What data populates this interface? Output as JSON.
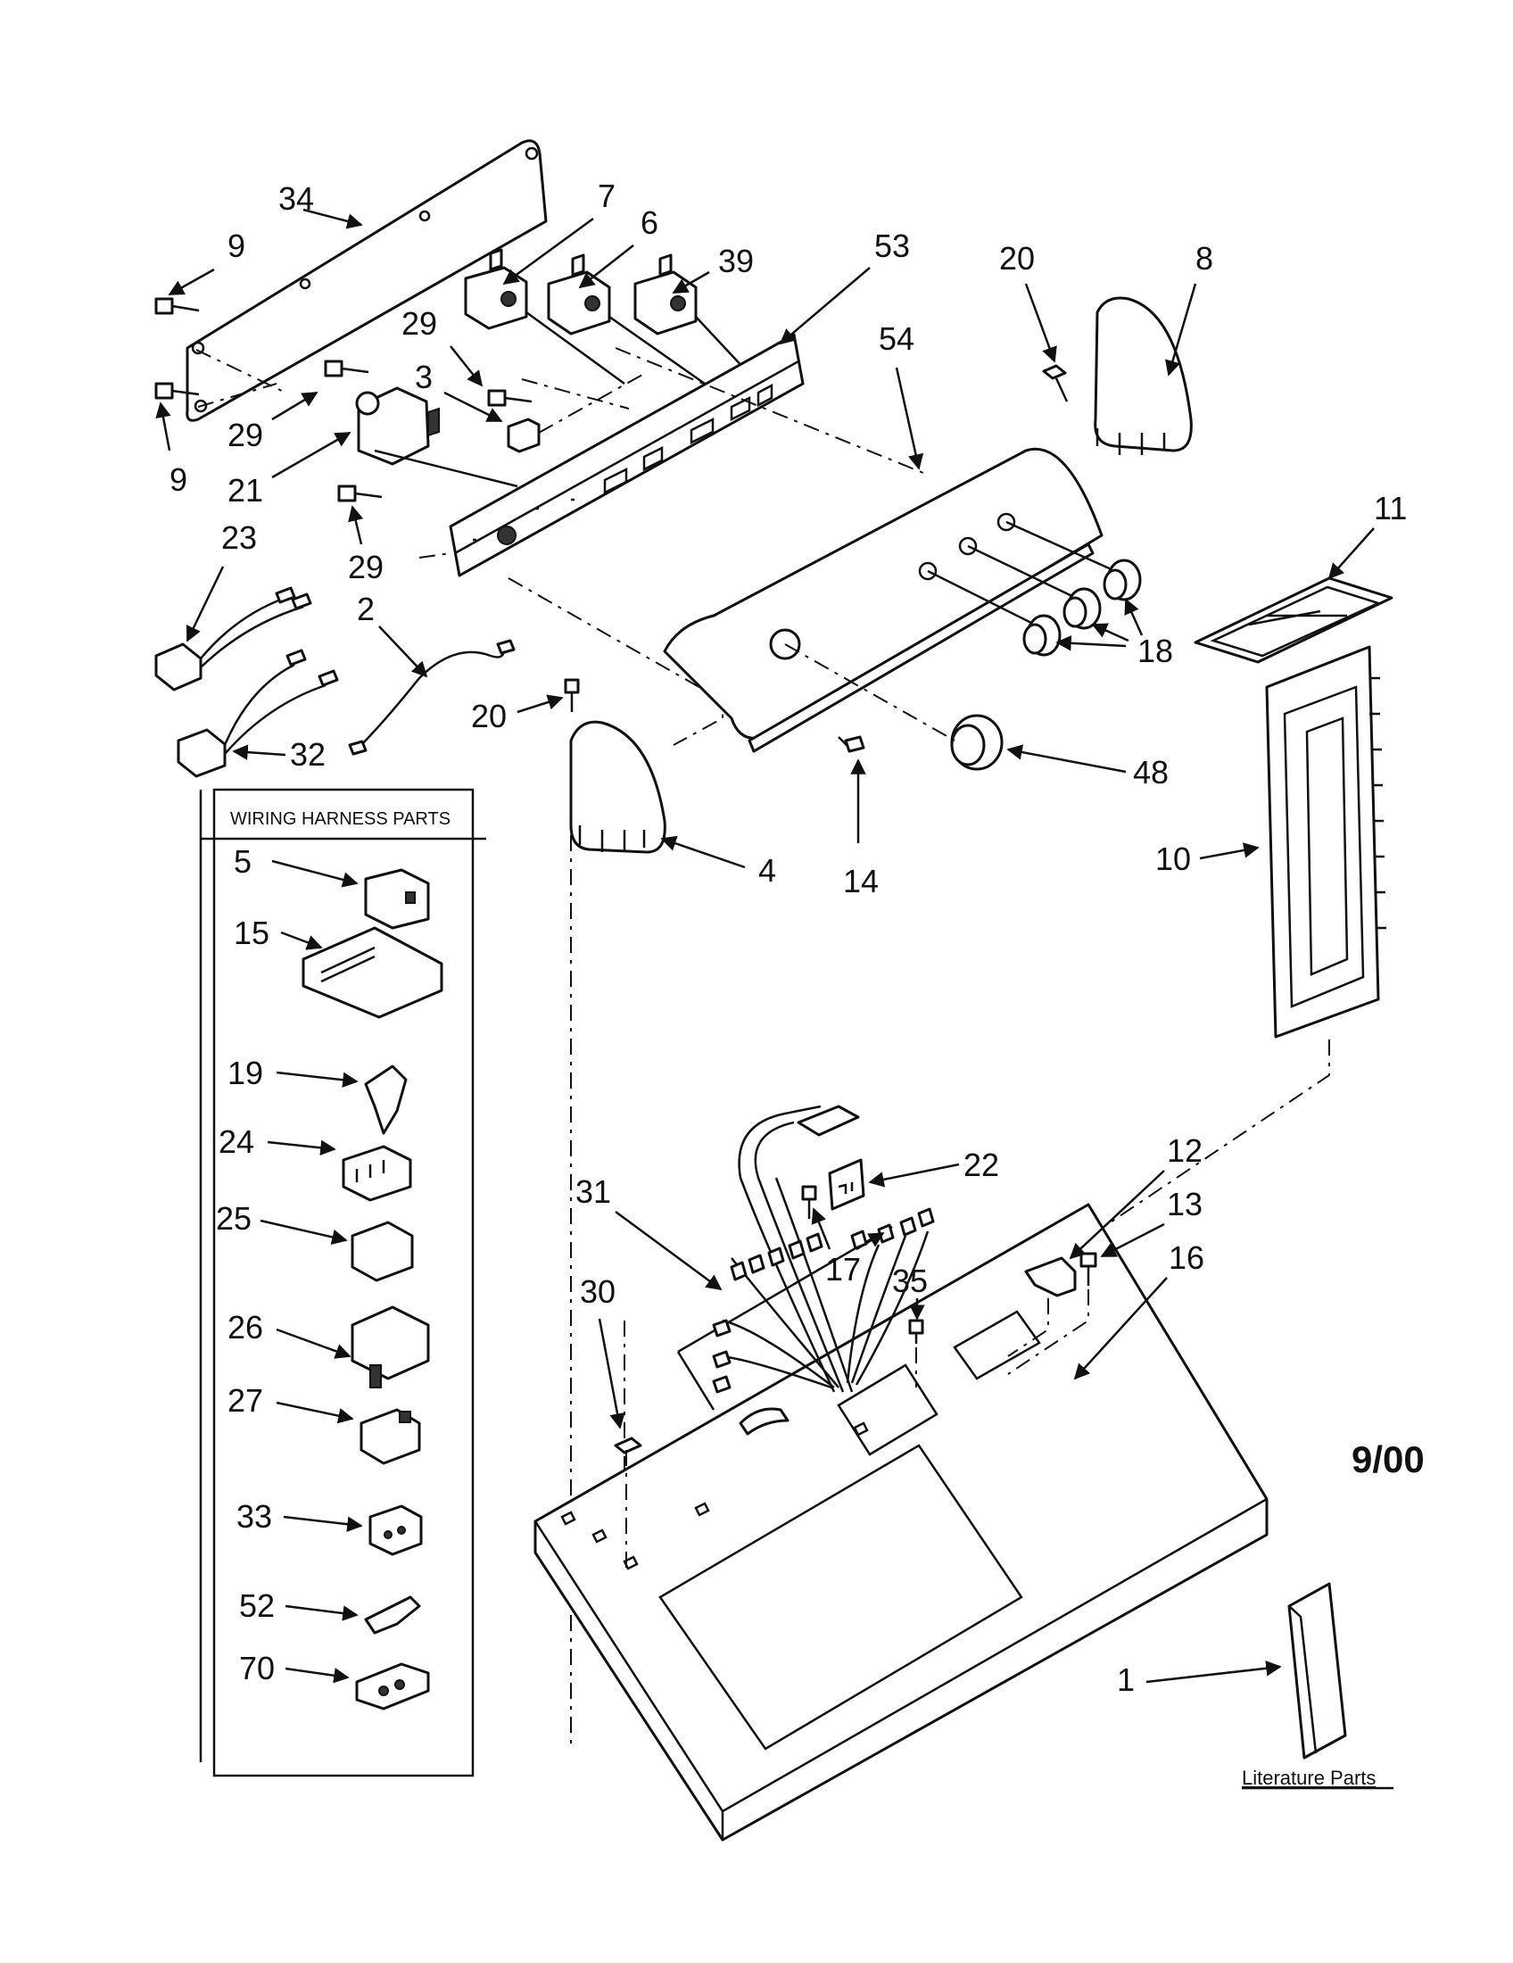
{
  "title": "",
  "date_code": "9/00",
  "wiring_box_title": "WIRING HARNESS PARTS",
  "literature_label": "Literature Parts",
  "wiring_parts": [
    "5",
    "15",
    "19",
    "24",
    "25",
    "26",
    "27",
    "33",
    "52",
    "70"
  ],
  "callouts": {
    "c34": "34",
    "c9a": "9",
    "c9b": "9",
    "c29a": "29",
    "c29b": "29",
    "c29c": "29",
    "c21": "21",
    "c3": "3",
    "c7": "7",
    "c6": "6",
    "c39": "39",
    "c53": "53",
    "c20a": "20",
    "c20b": "20",
    "c8": "8",
    "c54": "54",
    "c11": "11",
    "c18": "18",
    "c23": "23",
    "c2": "2",
    "c32": "32",
    "c4": "4",
    "c14": "14",
    "c48": "48",
    "c10": "10",
    "c22": "22",
    "c12": "12",
    "c13": "13",
    "c31": "31",
    "c35": "35",
    "c16": "16",
    "c17": "17",
    "c30": "30",
    "c1": "1"
  }
}
